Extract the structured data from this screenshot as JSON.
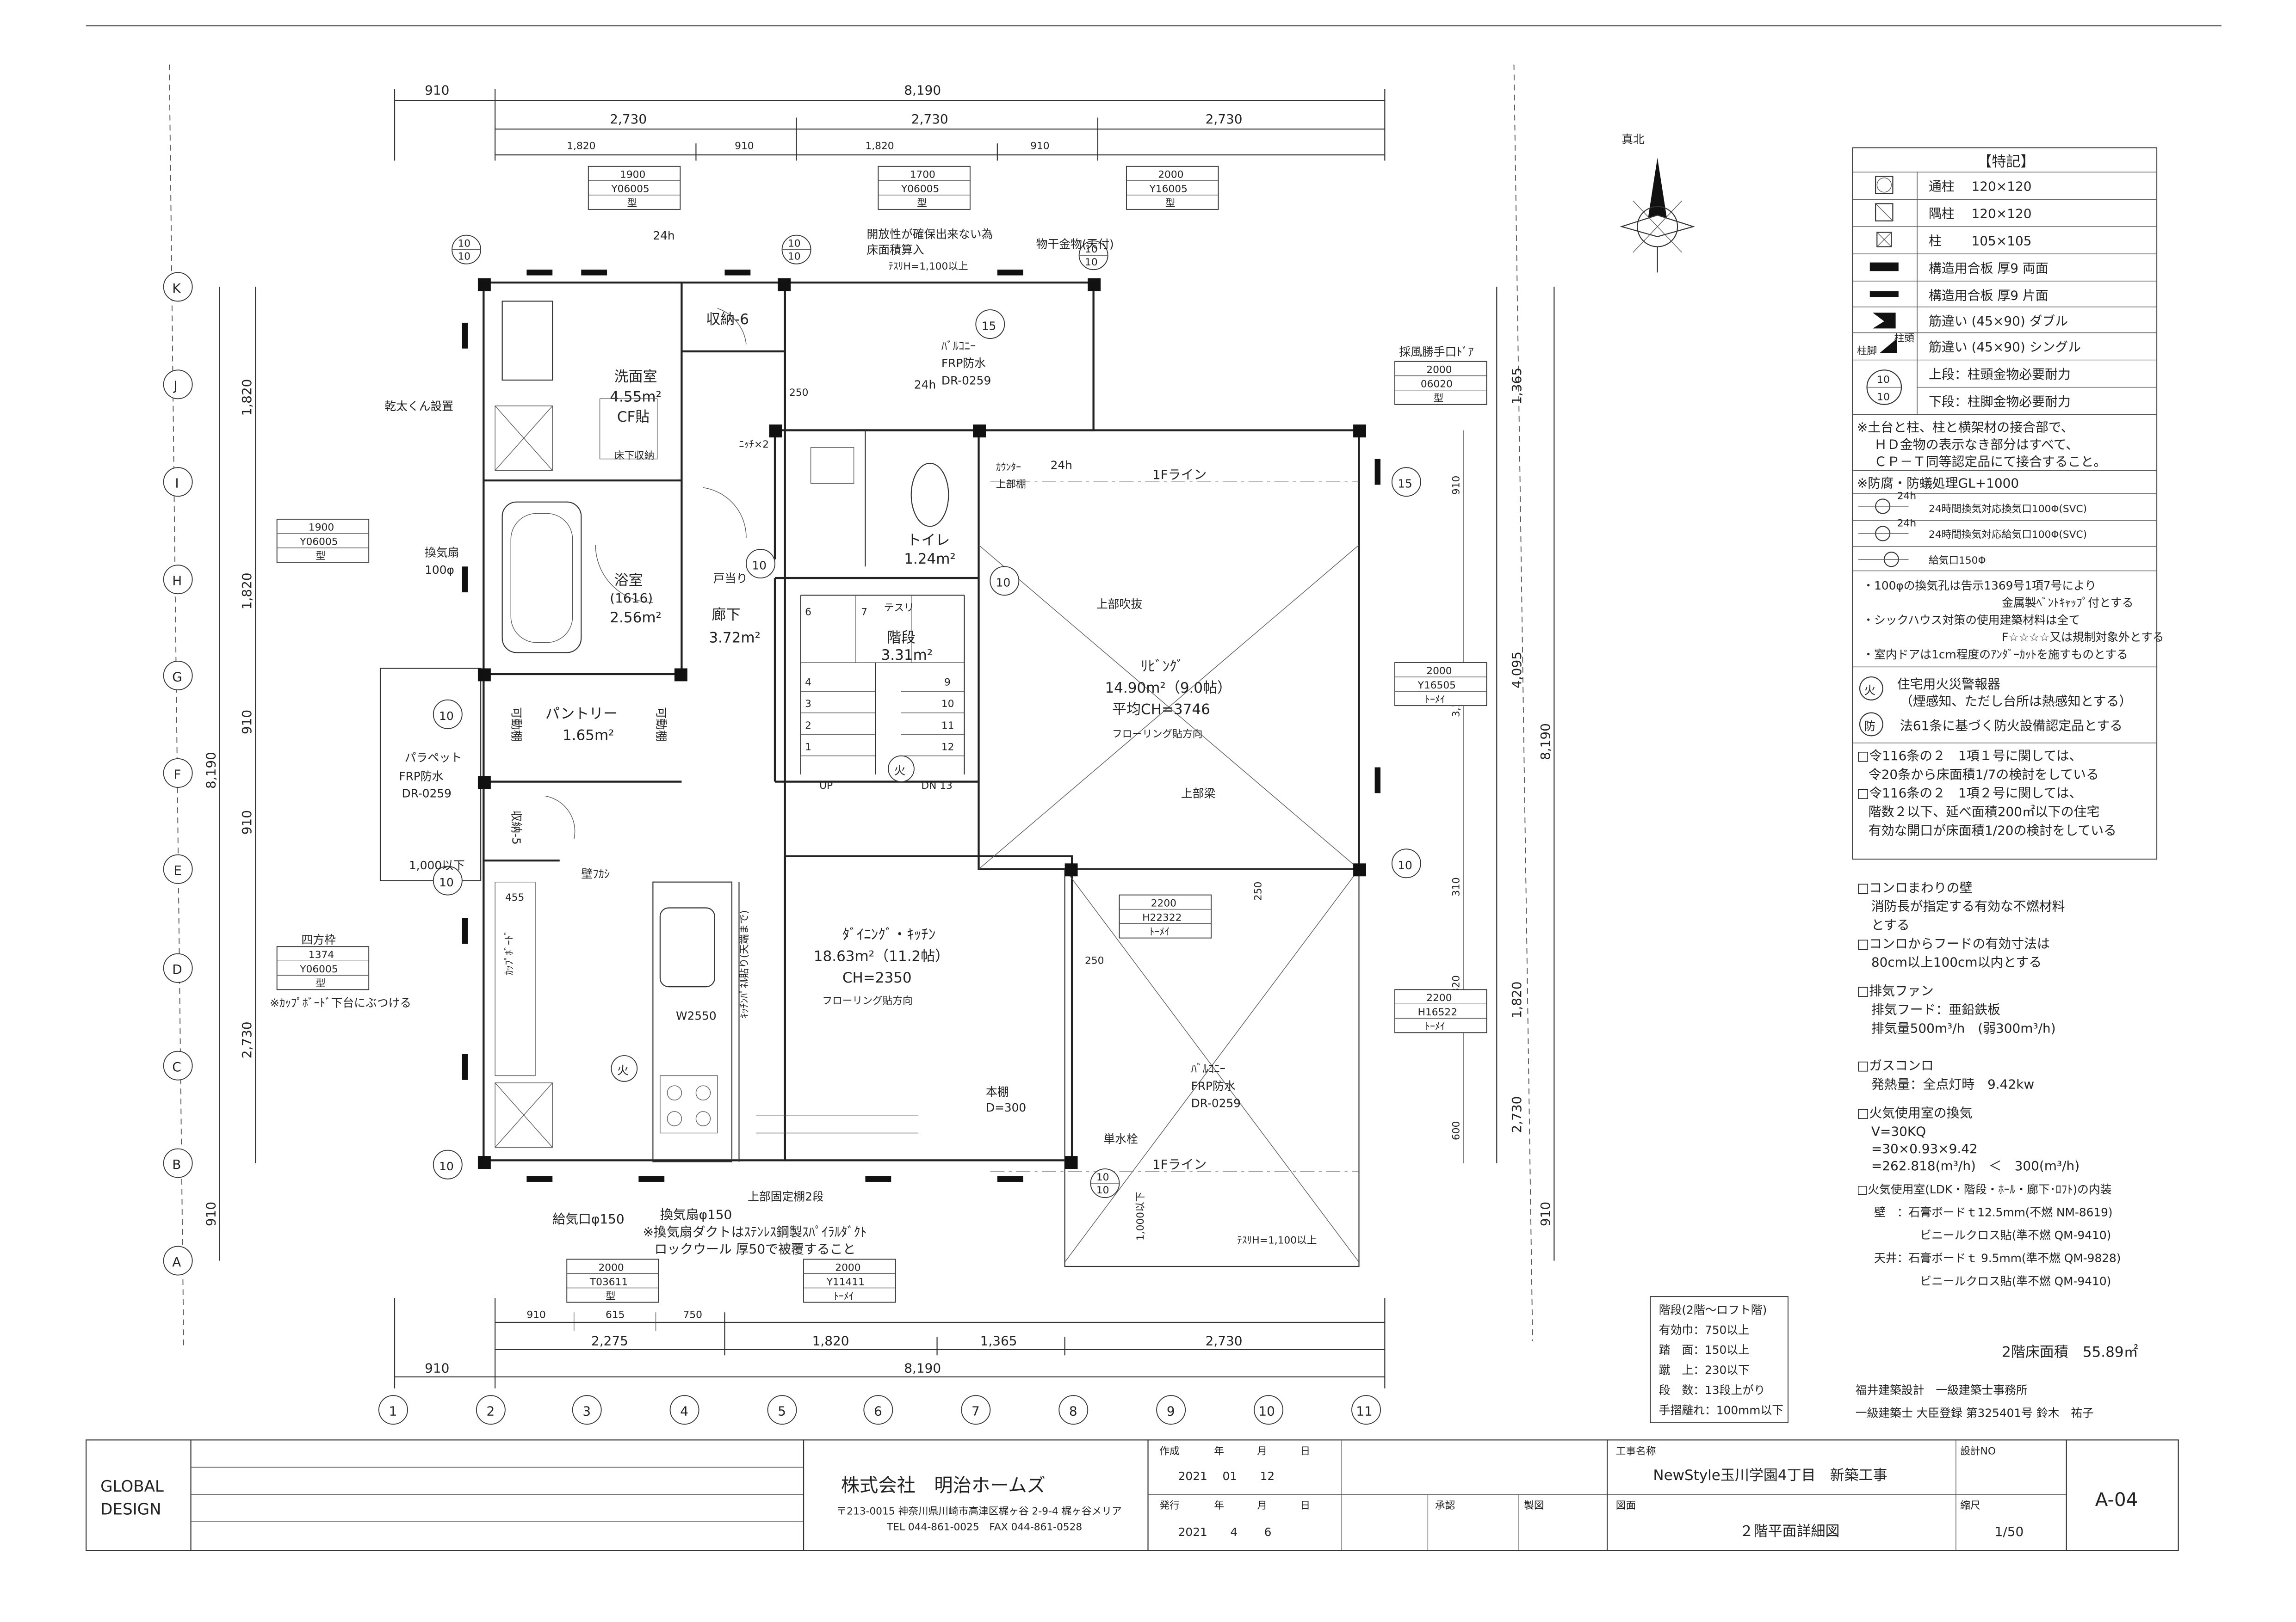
{
  "dims": {
    "top": {
      "d910a": "910",
      "total": "8,190",
      "d2730": "2,730",
      "d1820": "1,820",
      "d910": "910"
    },
    "left": {
      "total": "8,190",
      "d910": "910",
      "d1820": "1,820",
      "d2730": "2,730"
    },
    "right": {
      "d1365": "1,365",
      "d4095": "4,095",
      "d1820": "1,820",
      "d2730": "2,730",
      "total": "8,190",
      "d910": "910",
      "d3185": "3,185",
      "d310": "310",
      "d600": "600"
    },
    "bottom": {
      "d910": "910",
      "d615": "615",
      "d750": "750",
      "d2275": "2,275",
      "d1820": "1,820",
      "d1365": "1,365",
      "d2730": "2,730",
      "total": "8,190"
    }
  },
  "grid": {
    "rows": [
      "K",
      "J",
      "I",
      "H",
      "G",
      "F",
      "E",
      "D",
      "C",
      "B",
      "A"
    ],
    "cols": [
      "1",
      "2",
      "3",
      "4",
      "5",
      "6",
      "7",
      "8",
      "9",
      "10",
      "11"
    ]
  },
  "windows": {
    "w1": {
      "a": "1900",
      "b": "Y06005",
      "c": "型"
    },
    "w2": {
      "a": "1700",
      "b": "Y06005",
      "c": "型"
    },
    "w3": {
      "a": "2000",
      "b": "Y16005",
      "c": "型"
    },
    "w4": {
      "a": "1900",
      "b": "Y06005",
      "c": "型"
    },
    "w5": {
      "title": "四方枠",
      "a": "1374",
      "b": "Y06005",
      "c": "型",
      "note": "※ｶｯﾌﾟﾎﾞｰﾄﾞ下台にぶつける"
    },
    "w6": {
      "title": "採風勝手口ﾄﾞｱ",
      "a": "2000",
      "b": "06020",
      "c": "型"
    },
    "w7": {
      "a": "2000",
      "b": "Y16505",
      "c": "ﾄｰﾒｲ"
    },
    "w8": {
      "a": "2200",
      "b": "H16522",
      "c": "ﾄｰﾒｲ"
    },
    "w9": {
      "a": "2200",
      "b": "H22322",
      "c": "ﾄｰﾒｲ"
    },
    "w10": {
      "a": "2000",
      "b": "T03611",
      "c": "型"
    },
    "w11": {
      "a": "2000",
      "b": "Y11411",
      "c": "ﾄｰﾒｲ"
    }
  },
  "plan": {
    "north": "真北",
    "fire": "火",
    "floorArea": "2階床面積　55.89㎡",
    "office": "福井建築設計　一級建築士事務所",
    "registration": "一級建築士 大臣登録 第325401号 鈴木　祐子"
  },
  "rooms": {
    "wash": {
      "name": "洗面室",
      "area": "4.55m²",
      "floor": "CF貼",
      "note": "床下収納"
    },
    "storage6": "収納-6",
    "bath": {
      "name": "浴室",
      "size": "(1616)",
      "area": "2.56m²"
    },
    "hall": {
      "name": "廊下",
      "area": "3.72m²"
    },
    "stairs": {
      "name": "階段",
      "area": "3.31m²",
      "rail": "テスリ",
      "up": "UP",
      "down": "DN 13"
    },
    "pantry": {
      "name": "パントリー",
      "area": "1.65m²",
      "shelf": "可動棚"
    },
    "storage5": "収納-5",
    "toilet": {
      "name": "トイレ",
      "area": "1.24m²"
    },
    "living": {
      "name": "ﾘﾋﾞﾝｸﾞ",
      "area": "14.90m²（9.0帖）",
      "ch": "平均CH=3746",
      "floor": "フローリング貼方向"
    },
    "dk": {
      "name": "ﾀﾞｲﾆﾝｸﾞ・ｷｯﾁﾝ",
      "area": "18.63m²（11.2帖）",
      "ch": "CH=2350",
      "floor": "フローリング貼方向"
    },
    "parapet": {
      "name": "パラペット",
      "waterproof": "FRP防水",
      "code": "DR-0259",
      "note": "1,000以下"
    },
    "balcony1": {
      "name": "ﾊﾞﾙｺﾆｰ",
      "waterproof": "FRP防水",
      "code": "DR-0259"
    },
    "balcony2": {
      "name": "ﾊﾞﾙｺﾆｰ",
      "waterproof": "FRP防水",
      "code": "DR-0259"
    }
  },
  "notes": {
    "openness1": "開放性が確保出来ない為",
    "openness2": "床面積算入",
    "rail1100": "ﾃｽﾘH=1,100以上",
    "hanger": "物干金物(天付)",
    "h24": "24h",
    "dryer": "乾太くん設置",
    "fan100a": "換気扇",
    "fan100b": "100φ",
    "niche": "ﾆｯﾁ×2",
    "counter1": "ｶｳﾝﾀｰ",
    "counter2": "上部棚",
    "line1f": "1Fライン",
    "stopper": "戸当り",
    "voidAbove": "上部吹抜",
    "beamAbove": "上部梁",
    "wallBoard": "壁ﾌｶｼ",
    "d455": "455",
    "w2550": "W2550",
    "shelf1": "本棚",
    "shelf2": "D=300",
    "faucet": "単水栓",
    "fixedShelf": "上部固定棚2段",
    "supply150": "給気口φ150",
    "exhaust150": "換気扇φ150",
    "duct1": "※換気扇ダクトはｽﾃﾝﾚｽ鋼製ｽﾊﾟｲﾗﾙﾀﾞｸﾄ",
    "duct2": "ロックウール 厚50で被覆すること",
    "rail1000": "1,000以下",
    "d250": "250",
    "kitchenPanel": "ｷｯﾁﾝﾊﾟﾈﾙ貼り(天端まで)",
    "cupboard": "ｶｯﾌﾟﾎﾞｰﾄﾞ"
  },
  "stairSpec": {
    "title": "階段(2階～ロフト階)",
    "width": "有効巾：750以上",
    "tread": "踏　面：150以上",
    "riser": "蹴　上：230以下",
    "steps": "段　数：13段上がり",
    "rail": "手摺離れ：100mm以下"
  },
  "legend": {
    "title": "【特記】",
    "rows": [
      "通柱　 120×120",
      "隅柱　 120×120",
      "柱　　 105×105",
      "構造用合板 厚9 両面",
      "構造用合板 厚9 片面",
      "筋違い (45×90) ダブル",
      "筋違い (45×90) シングル",
      "上段：柱頭金物必要耐力",
      "下段：柱脚金物必要耐力"
    ],
    "colHead": "柱脚",
    "colTop": "柱頭",
    "joint1": "※土台と柱、柱と横架材の接合部で、",
    "joint2": "ＨＤ金物の表示なき部分はすべて、",
    "joint3": "ＣＰ－Ｔ同等認定品にて接合すること。",
    "termite": "※防腐・防蟻処理GL+1000",
    "vent1": "24時間換気対応換気口100Φ(SVC)",
    "vent2": "24時間換気対応給気口100Φ(SVC)",
    "vent3": "給気口150Φ",
    "hole1": "・100φの換気孔は告示1369号1項7号により",
    "hole2": "金属製ﾍﾞﾝﾄｷｬｯﾌﾟ付とする",
    "sick1": "・シックハウス対策の使用建築材料は全て",
    "sick2": "F☆☆☆☆又は規制対象外とする",
    "undercut": "・室内ドアは1cm程度のｱﾝﾀﾞｰｶｯﾄを施すものとする",
    "alarm1": "住宅用火災警報器",
    "alarm2": "（煙感知、ただし台所は熱感知とする）",
    "fireproofMark": "防",
    "fireproof": "法61条に基づく防火設備認定品とする",
    "art1a": "□令116条の２　1項１号に関しては、",
    "art1b": "令20条から床面積1/7の検討をしている",
    "art2a": "□令116条の２　1項２号に関しては、",
    "art2b": "階数２以下、延べ面積200㎡以下の住宅",
    "art2c": "有効な開口が床面積1/20の検討をしている"
  },
  "kitchen": {
    "wall1": "□コンロまわりの壁",
    "wall2": "消防長が指定する有効な不燃材料",
    "wall3": "とする",
    "hood1": "□コンロからフードの有効寸法は",
    "hood2": "80cm以上100cm以内とする",
    "fan1": "□排気ファン",
    "fan2": "排気フード：亜鉛鉄板",
    "fan3": "排気量500m³/h　(弱300m³/h)",
    "gas1": "□ガスコンロ",
    "gas2": "発熱量：全点灯時　9.42kw",
    "vent1": "□火気使用室の換気",
    "vent2": "V=30KQ",
    "vent3": "=30×0.93×9.42",
    "vent4": "=262.818(m³/h)　＜　300(m³/h)",
    "finish1": "□火気使用室(LDK・階段・ﾎｰﾙ・廊下･ﾛﾌﾄ)の内装",
    "finish2": "壁　：石膏ボードｔ12.5mm(不燃 NM-8619)",
    "finish3": "ビニールクロス貼(準不燃 QM-9410)",
    "finish4": "天井：石膏ボードｔ 9.5mm(準不燃 QM-9828)",
    "finish5": "ビニールクロス貼(準不燃 QM-9410)"
  },
  "titleBlock": {
    "brand1": "GLOBAL",
    "brand2": "DESIGN",
    "company": "株式会社　明治ホームズ",
    "address": "〒213-0015 神奈川県川崎市高津区梶ヶ谷 2-9-4 梶ヶ谷メリア",
    "tel": "TEL 044-861-0025　FAX 044-861-0528",
    "createdLabel": "作成",
    "issuedLabel": "発行",
    "yearLabel": "年",
    "monthLabel": "月",
    "dayLabel": "日",
    "created": "2021　 01　　12",
    "issued": "2021　　4　　 6",
    "approved": "承認",
    "drafted": "製図",
    "projectLabel": "工事名称",
    "project": "NewStyle玉川学園4丁目　新築工事",
    "drawingLabel": "図面",
    "drawing": "２階平面詳細図",
    "noLabel": "設計NO",
    "scaleLabel": "縮尺",
    "scale": "1/50",
    "sheet": "A-04"
  }
}
